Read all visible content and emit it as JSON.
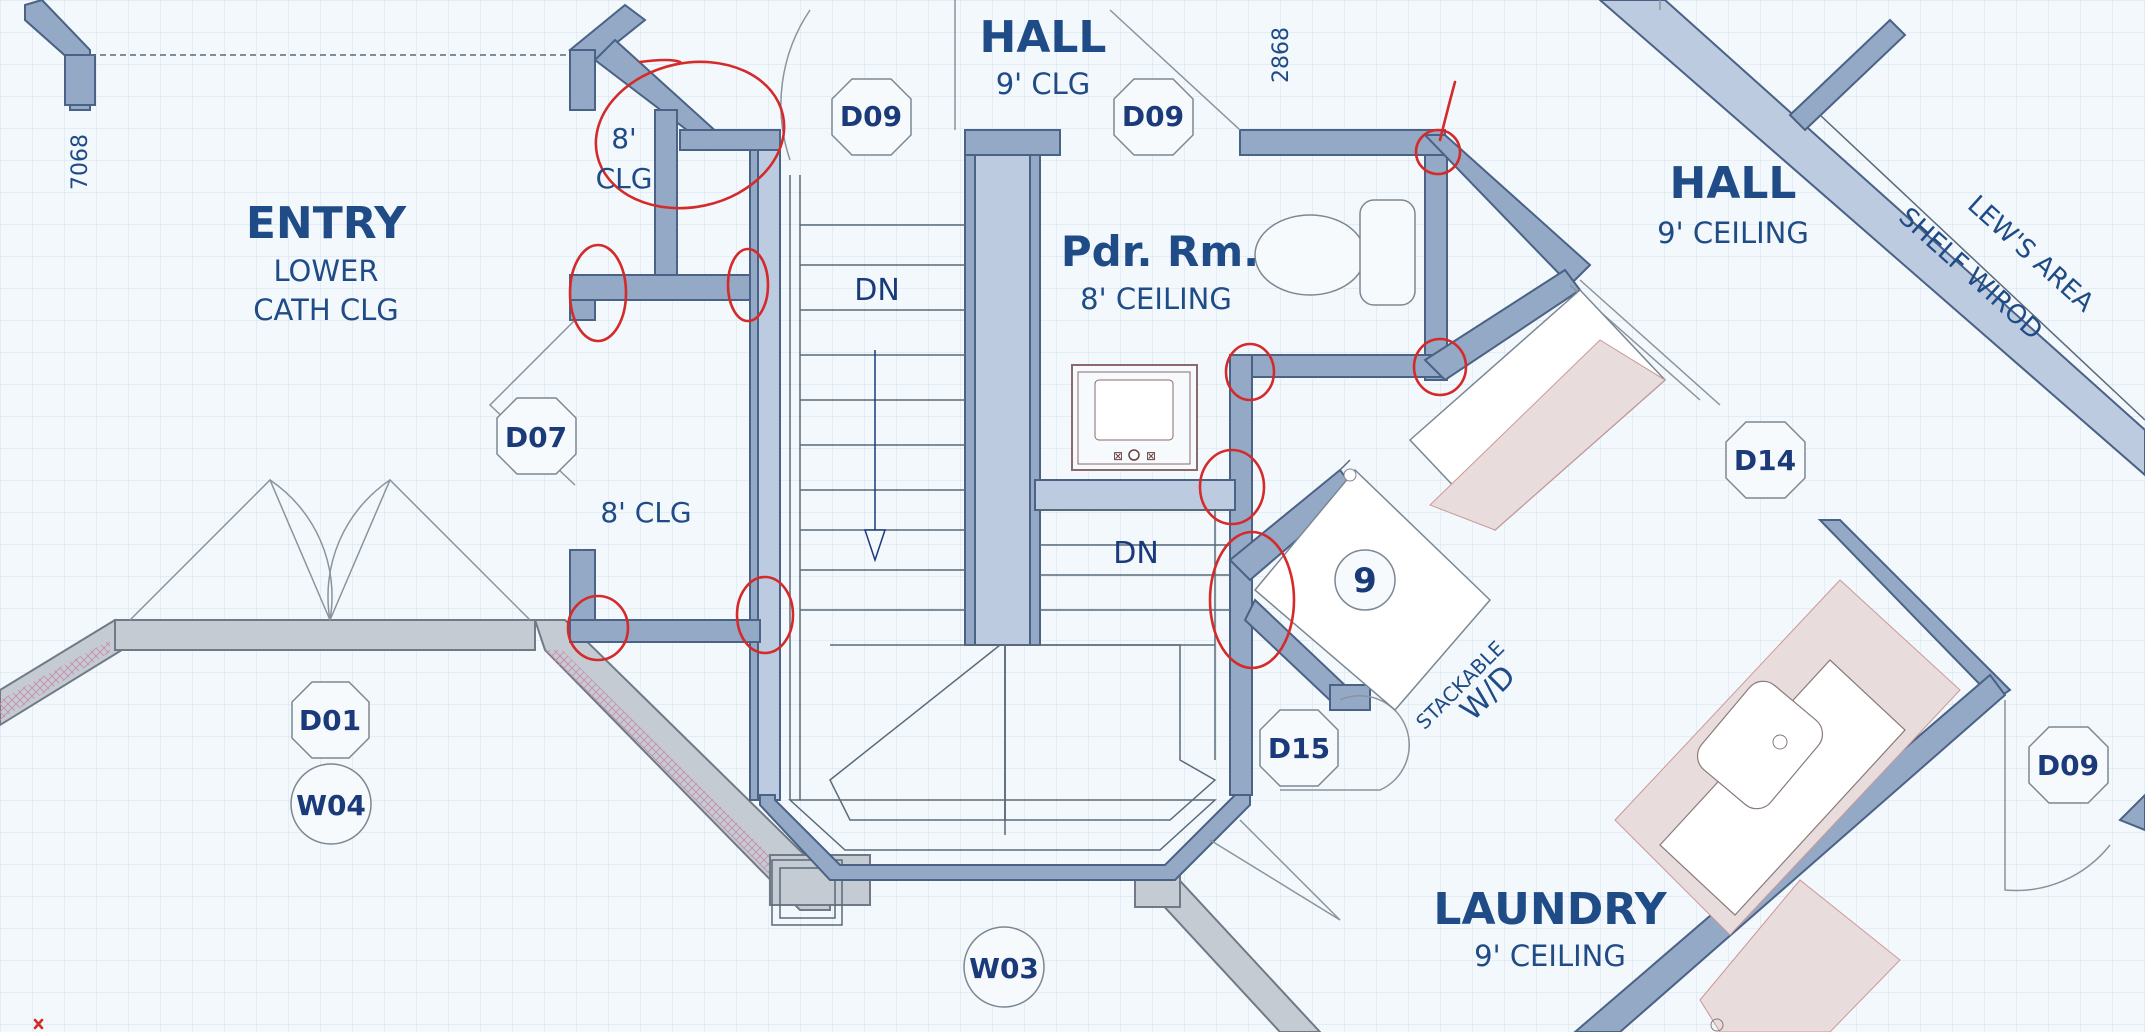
{
  "rooms": {
    "entry": {
      "title": "ENTRY",
      "line1": "LOWER",
      "line2": "CATH CLG"
    },
    "hall_top": {
      "title": "HALL",
      "sub": "9' CLG"
    },
    "hall_right": {
      "title": "HALL",
      "sub": "9' CEILING"
    },
    "powder": {
      "title": "Pdr. Rm.",
      "sub": "8' CEILING"
    },
    "laundry": {
      "title": "LAUNDRY",
      "sub": "9' CEILING"
    },
    "lews_area": {
      "line1": "LEW'S AREA",
      "line2": "SHELF WIROD"
    }
  },
  "labels": {
    "clg_8_a": "8'",
    "clg_8_b": "CLG",
    "clg_8_full": "8' CLG",
    "dn_stair": "DN",
    "dn_landing": "DN",
    "stackable1": "STACKABLE",
    "stackable2": "W/D",
    "door_size_1": "7068",
    "door_size_2": "2868",
    "washer_tag": "9"
  },
  "tags": {
    "d09_a": "D09",
    "d09_b": "D09",
    "d09_c": "D09",
    "d07": "D07",
    "d01": "D01",
    "w04": "W04",
    "d14": "D14",
    "d15": "D15",
    "w03": "W03"
  },
  "colors": {
    "background": "#f3f8fc",
    "grid": "#d6e1ec",
    "wall": "#93a9c6",
    "text": "#1f4b86",
    "markup": "#d42a2a"
  }
}
